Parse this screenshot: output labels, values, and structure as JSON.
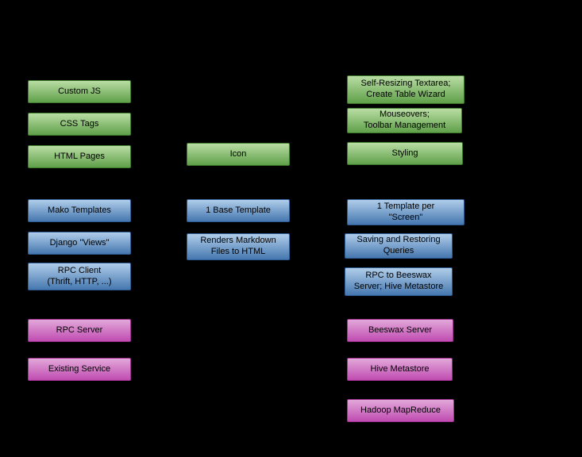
{
  "palette": {
    "background": "#000000",
    "text": "#000000",
    "green_top": "#b9dda4",
    "green_bottom": "#5fa049",
    "green_border": "#3f7b2d",
    "blue_top": "#b0cdea",
    "blue_bottom": "#4577af",
    "blue_border": "#2e5d96",
    "magenta_top": "#e2a8d9",
    "magenta_bottom": "#c04cb2",
    "magenta_border": "#a0308f"
  },
  "columns": {
    "left": {
      "boxes": [
        {
          "label": "Custom JS",
          "color": "green"
        },
        {
          "label": "CSS Tags",
          "color": "green"
        },
        {
          "label": "HTML Pages",
          "color": "green"
        },
        {
          "label": "Mako Templates",
          "color": "blue"
        },
        {
          "label": "Django \"Views\"",
          "color": "blue"
        },
        {
          "label": "RPC Client\n(Thrift, HTTP, ...)",
          "color": "blue"
        },
        {
          "label": "RPC Server",
          "color": "magenta"
        },
        {
          "label": "Existing Service",
          "color": "magenta"
        }
      ]
    },
    "middle": {
      "boxes": [
        {
          "label": "Icon",
          "color": "green"
        },
        {
          "label": "1 Base Template",
          "color": "blue"
        },
        {
          "label": "Renders Markdown\nFiles to HTML",
          "color": "blue"
        }
      ]
    },
    "right": {
      "boxes": [
        {
          "label": "Self-Resizing Textarea;\nCreate Table Wizard",
          "color": "green"
        },
        {
          "label": "Mouseovers;\nToolbar Management",
          "color": "green"
        },
        {
          "label": "Styling",
          "color": "green"
        },
        {
          "label": "1 Template per\n\"Screen\"",
          "color": "blue"
        },
        {
          "label": "Saving and Restoring\nQueries",
          "color": "blue"
        },
        {
          "label": "RPC to Beeswax\nServer; Hive Metastore",
          "color": "blue"
        },
        {
          "label": "Beeswax Server",
          "color": "magenta"
        },
        {
          "label": "Hive Metastore",
          "color": "magenta"
        },
        {
          "label": "Hadoop MapReduce",
          "color": "magenta"
        }
      ]
    }
  }
}
